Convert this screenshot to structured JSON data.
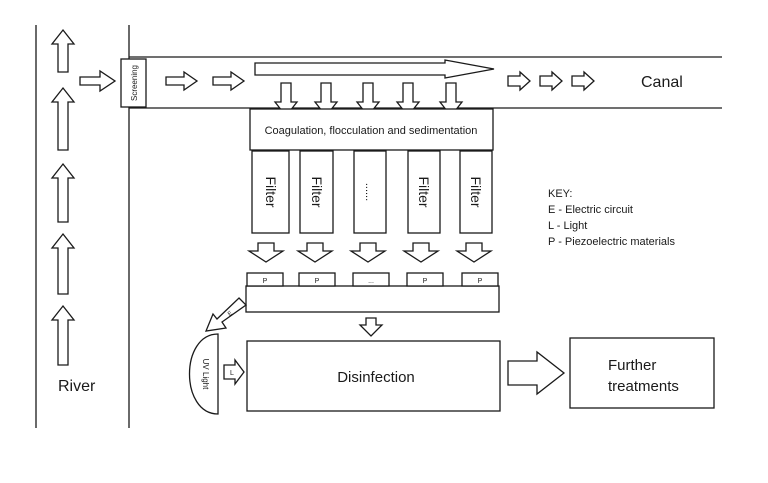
{
  "labels": {
    "river": "River",
    "canal": "Canal",
    "screening": "Screening",
    "coagulation": "Coagulation, flocculation and sedimentation",
    "filters": [
      "Filter",
      "Filter",
      "......",
      "Filter",
      "Filter"
    ],
    "piezo_boxes": [
      "P",
      "P",
      "...",
      "P",
      "P"
    ],
    "electric_tag": "E",
    "uv_light": "UV Light",
    "light_tag": "L",
    "disinfection": "Disinfection",
    "further_line1": "Further",
    "further_line2": "treatments"
  },
  "key": {
    "title": "KEY:",
    "items": [
      "E - Electric circuit",
      "L - Light",
      "P - Piezoelectric materials"
    ]
  }
}
